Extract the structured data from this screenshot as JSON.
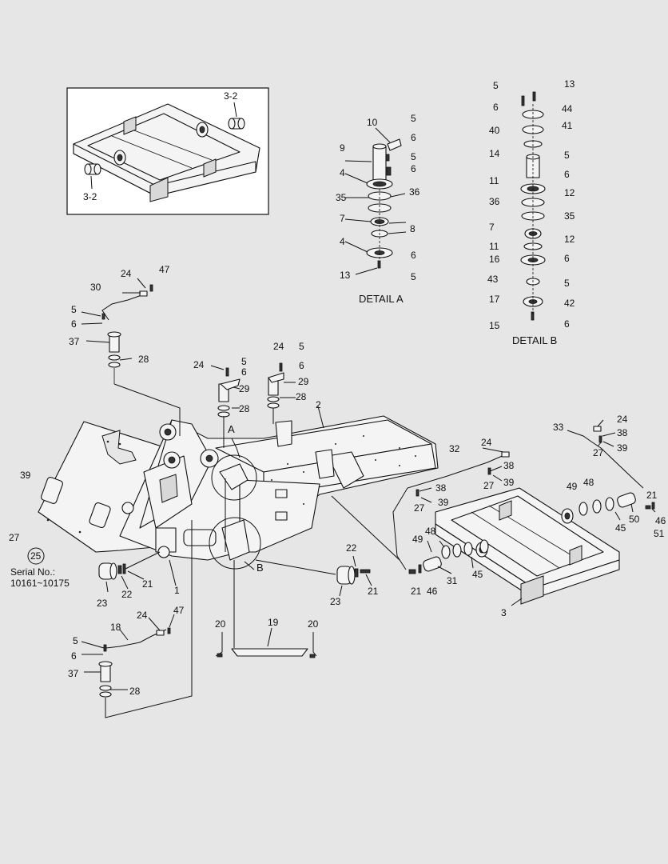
{
  "details": {
    "detail_a_caption": "DETAIL A",
    "detail_b_caption": "DETAIL B"
  },
  "callouts": {
    "view_a": "A",
    "view_b": "B"
  },
  "serial": {
    "label": "Serial No.:",
    "range": "10161~10175",
    "circled_ref": "25"
  },
  "inset_labels": [
    "3-2",
    "3-2"
  ],
  "detail_a_labels": [
    "10",
    "5",
    "6",
    "9",
    "5",
    "6",
    "4",
    "36",
    "35",
    "7",
    "8",
    "4",
    "6",
    "13",
    "5"
  ],
  "detail_b_labels": [
    "5",
    "13",
    "6",
    "44",
    "40",
    "41",
    "14",
    "5",
    "6",
    "11",
    "12",
    "36",
    "35",
    "7",
    "11",
    "12",
    "16",
    "6",
    "43",
    "5",
    "17",
    "42",
    "15",
    "6"
  ],
  "main_labels": [
    "24",
    "47",
    "30",
    "5",
    "6",
    "37",
    "28",
    "24",
    "5",
    "6",
    "24",
    "5",
    "6",
    "29",
    "29",
    "28",
    "28",
    "2",
    "39",
    "27",
    "1",
    "23",
    "22",
    "21",
    "18",
    "24",
    "47",
    "5",
    "6",
    "37",
    "28",
    "20",
    "19",
    "20",
    "22",
    "23",
    "21",
    "32",
    "24",
    "38",
    "27",
    "39",
    "38",
    "27",
    "39",
    "48",
    "49",
    "21",
    "46",
    "31",
    "45",
    "3",
    "33",
    "24",
    "38",
    "27",
    "39",
    "49",
    "48",
    "45",
    "50",
    "21",
    "46",
    "51"
  ]
}
